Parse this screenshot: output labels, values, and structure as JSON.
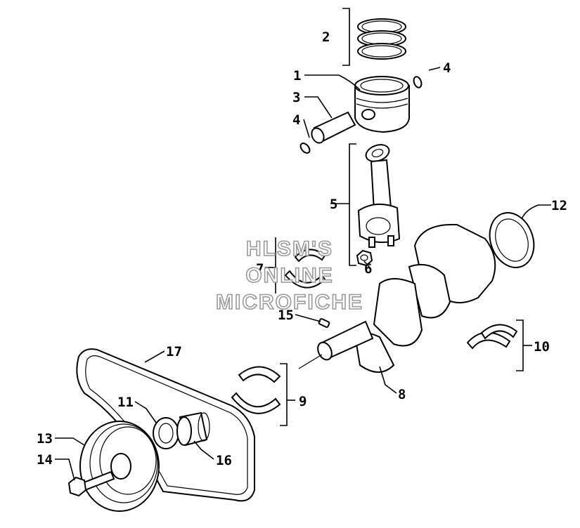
{
  "diagram": {
    "callouts": {
      "c1": "1",
      "c2": "2",
      "c3": "3",
      "c4a": "4",
      "c4b": "4",
      "c5": "5",
      "c6": "6",
      "c7": "7",
      "c8": "8",
      "c9": "9",
      "c10": "10",
      "c11": "11",
      "c12": "12",
      "c13": "13",
      "c14": "14",
      "c15": "15",
      "c16": "16",
      "c17": "17"
    },
    "watermark": {
      "line1": "HLSM'S",
      "line2": "ONLINE",
      "line3": "MICROFICHE"
    }
  }
}
